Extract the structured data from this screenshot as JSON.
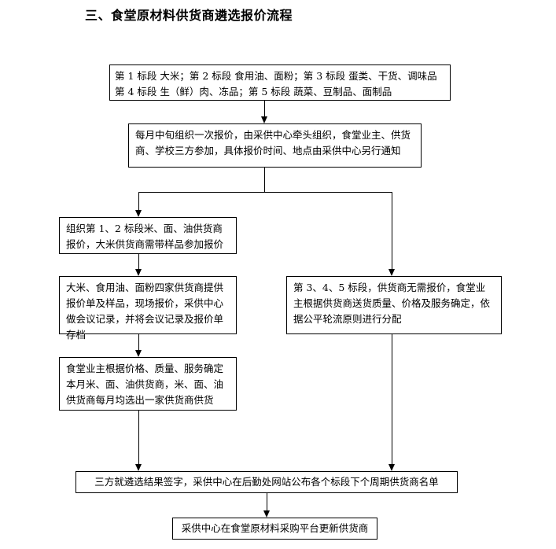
{
  "title": "三、食堂原材料供货商遴选报价流程",
  "boxes": {
    "b1_line1": "第 1 标段 大米；第 2 标段  食用油、面粉；第 3 标段 蛋类、干货、调味品",
    "b1_line2": "第 4 标段 生（鲜）肉、冻品；第 5 标段 蔬菜、豆制品、面制品",
    "b2": "每月中旬组织一次报价，由采供中心牵头组织，食堂业主、供货商、学校三方参加，具体报价时间、地点由采供中心另行通知",
    "b3": "组织第 1、2 标段米、面、油供货商报价，大米供货商需带样品参加报价",
    "b4": "大米、食用油、面粉四家供货商提供报价单及样品，现场报价，采供中心做会议记录，并将会议记录及报价单存档",
    "b5": "第 3、4、5 标段，供货商无需报价，食堂业主根据供货商送货质量、价格及服务确定，依据公平轮流原则进行分配",
    "b6": "食堂业主根据价格、质量、服务确定本月米、面、油供货商，米、面、油供货商每月均选出一家供货商供货",
    "b7": "三方就遴选结果签字，采供中心在后勤处网站公布各个标段下个周期供货商名单",
    "b8": "采供中心在食堂原材料采购平台更新供货商"
  }
}
